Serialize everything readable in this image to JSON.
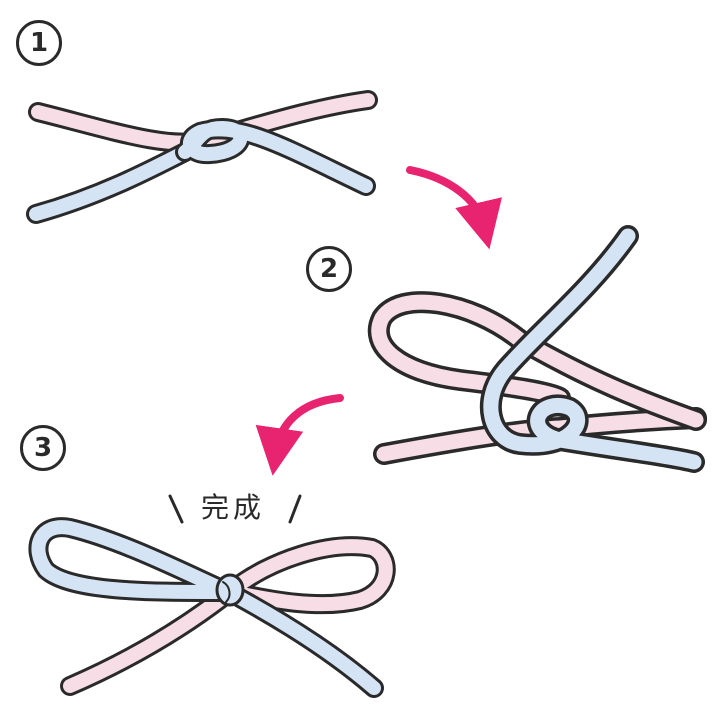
{
  "steps": [
    {
      "number": "1"
    },
    {
      "number": "2"
    },
    {
      "number": "3"
    }
  ],
  "complete_label": "完成",
  "colors": {
    "outline": "#2a2a2a",
    "pink_cord": "#f6dde6",
    "blue_cord": "#d5e4f5",
    "arrow": "#e8236f"
  },
  "icons": {
    "step_arrow": "curved-arrow-icon",
    "emphasis": "emphasis-lines-icon"
  }
}
